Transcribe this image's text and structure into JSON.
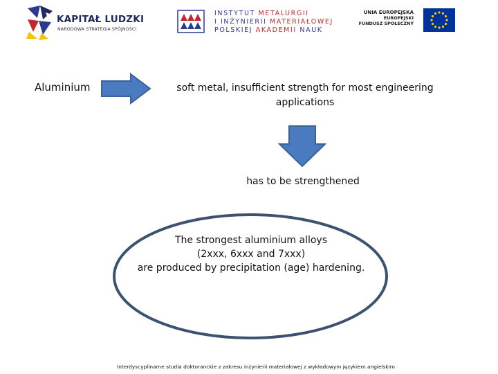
{
  "header": {
    "logo_left": {
      "title": "KAPITAŁ LUDZKI",
      "subtitle": "NARODOWA STRATEGIA SPÓJNOŚCI"
    },
    "logo_center": {
      "line1_a": "INSTYTUT",
      "line1_b": "METALURGII",
      "line2_a": "I INŻYNIERII",
      "line2_b": "MATERIAŁOWEJ",
      "line3_a": "POLSKIEJ",
      "line3_b": "AKADEMII",
      "line3_c": "NAUK"
    },
    "logo_right": {
      "line1": "UNIA EUROPEJSKA",
      "line2": "EUROPEJSKI",
      "line3": "FUNDUSZ SPOŁECZNY"
    }
  },
  "diagram": {
    "source_label": "Aluminium",
    "property_bold": "soft metal,",
    "property_rest": " insufficient strength for most engineering applications",
    "requirement": "has to be strengthened",
    "conclusion_line1": "The strongest aluminium alloys",
    "conclusion_line2": "(2xxx, 6xxx and 7xxx)",
    "conclusion_line3": "are produced by precipitation (age) hardening."
  },
  "colors": {
    "arrow_fill": "#4a7ac0",
    "arrow_stroke": "#3a6199",
    "ellipse_stroke": "#3d5170",
    "eu_blue": "#003399",
    "eu_star": "#ffcc00"
  },
  "footer": {
    "text": "Interdyscyplinarne studia doktoranckie z zakresu inżynierii materiałowej z wykładowym językiem angielskim"
  }
}
